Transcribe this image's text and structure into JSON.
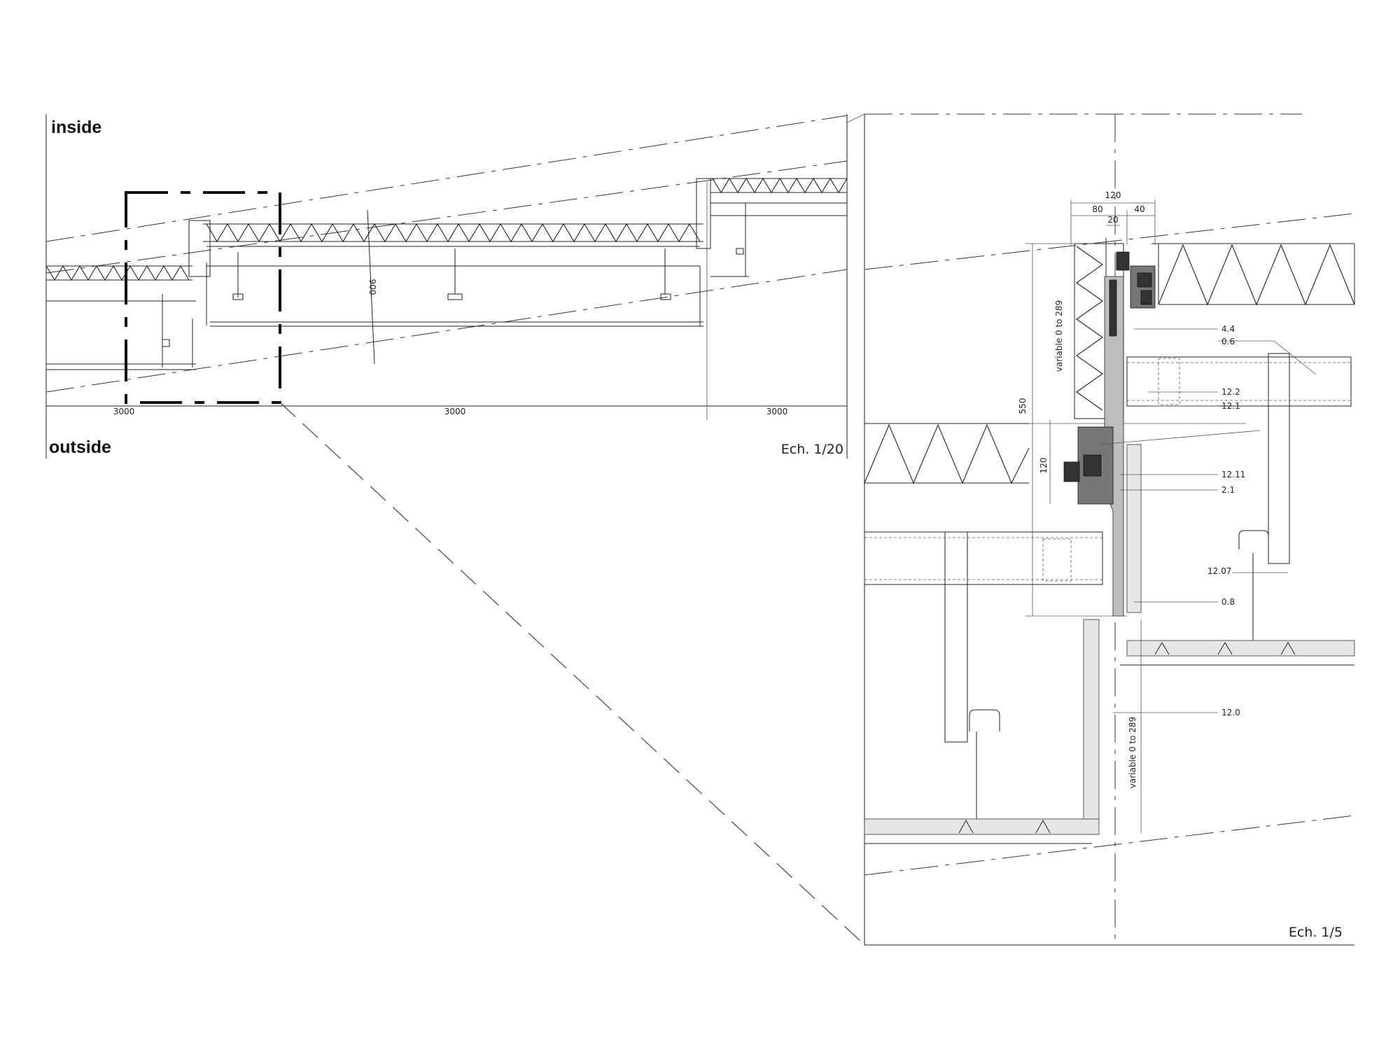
{
  "labels": {
    "inside": "inside",
    "outside": "outside",
    "scale_left": "Ech. 1/20",
    "scale_right": "Ech. 1/5"
  },
  "overview_dimensions": {
    "span_left": "3000",
    "span_middle": "3000",
    "span_right": "3000",
    "diagonal": "900"
  },
  "detail_dimensions": {
    "total_width": "120",
    "part_a": "80",
    "part_b": "40",
    "gap": "20",
    "height_total": "550",
    "height_lower": "120",
    "variable_upper": "variable 0 to 289",
    "variable_lower": "variable 0 to 289"
  },
  "callouts": [
    "4.4",
    "0.6",
    "12.2",
    "12.1",
    "12.11",
    "2.1",
    "12.07",
    "0.8",
    "12.0"
  ]
}
